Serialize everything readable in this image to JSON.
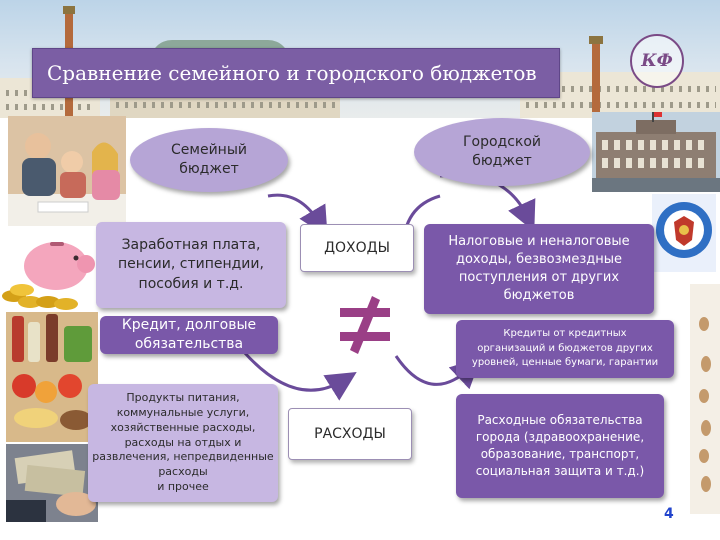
{
  "header": {
    "title": "Сравнение семейного и городского бюджетов",
    "logo_text": "КФ"
  },
  "family_budget": {
    "label": "Семейный\nбюджет",
    "income": "Заработная плата,\nпенсии, стипендии,\nпособия и т.д.",
    "credit": "Кредит, долговые\nобязательства",
    "expenses": "Продукты питания,\nкоммунальные услуги,\nхозяйственные расходы,\nрасходы на отдых и\nразвлечения, непредвиденные\nрасходы\nи прочее"
  },
  "center": {
    "income_label": "ДОХОДЫ",
    "expenses_label": "РАСХОДЫ"
  },
  "city_budget": {
    "label": "Городской\nбюджет",
    "income": "Налоговые и неналоговые\nдоходы, безвозмездные\nпоступления от других\nбюджетов",
    "credit": "Кредиты от кредитных\nорганизаций и бюджетов других\nуровней, ценные бумаги, гарантии",
    "expenses": "Расходные обязательства\nгорода (здравоохранение,\nобразование, транспорт,\nсоциальная защита и т.д.)"
  },
  "page_number": "4",
  "colors": {
    "title_bar": "#7b5ea4",
    "oval": "#b6a5d6",
    "lavender_box": "#c7b7e2",
    "purple_box": "#7a58a9",
    "arrow": "#6a4b9a",
    "not_equal": "#9a3f86",
    "page_number": "#2244cc"
  },
  "icons": {
    "logo": "kf-monogram-logo",
    "not_equal": "not-equal-icon"
  }
}
